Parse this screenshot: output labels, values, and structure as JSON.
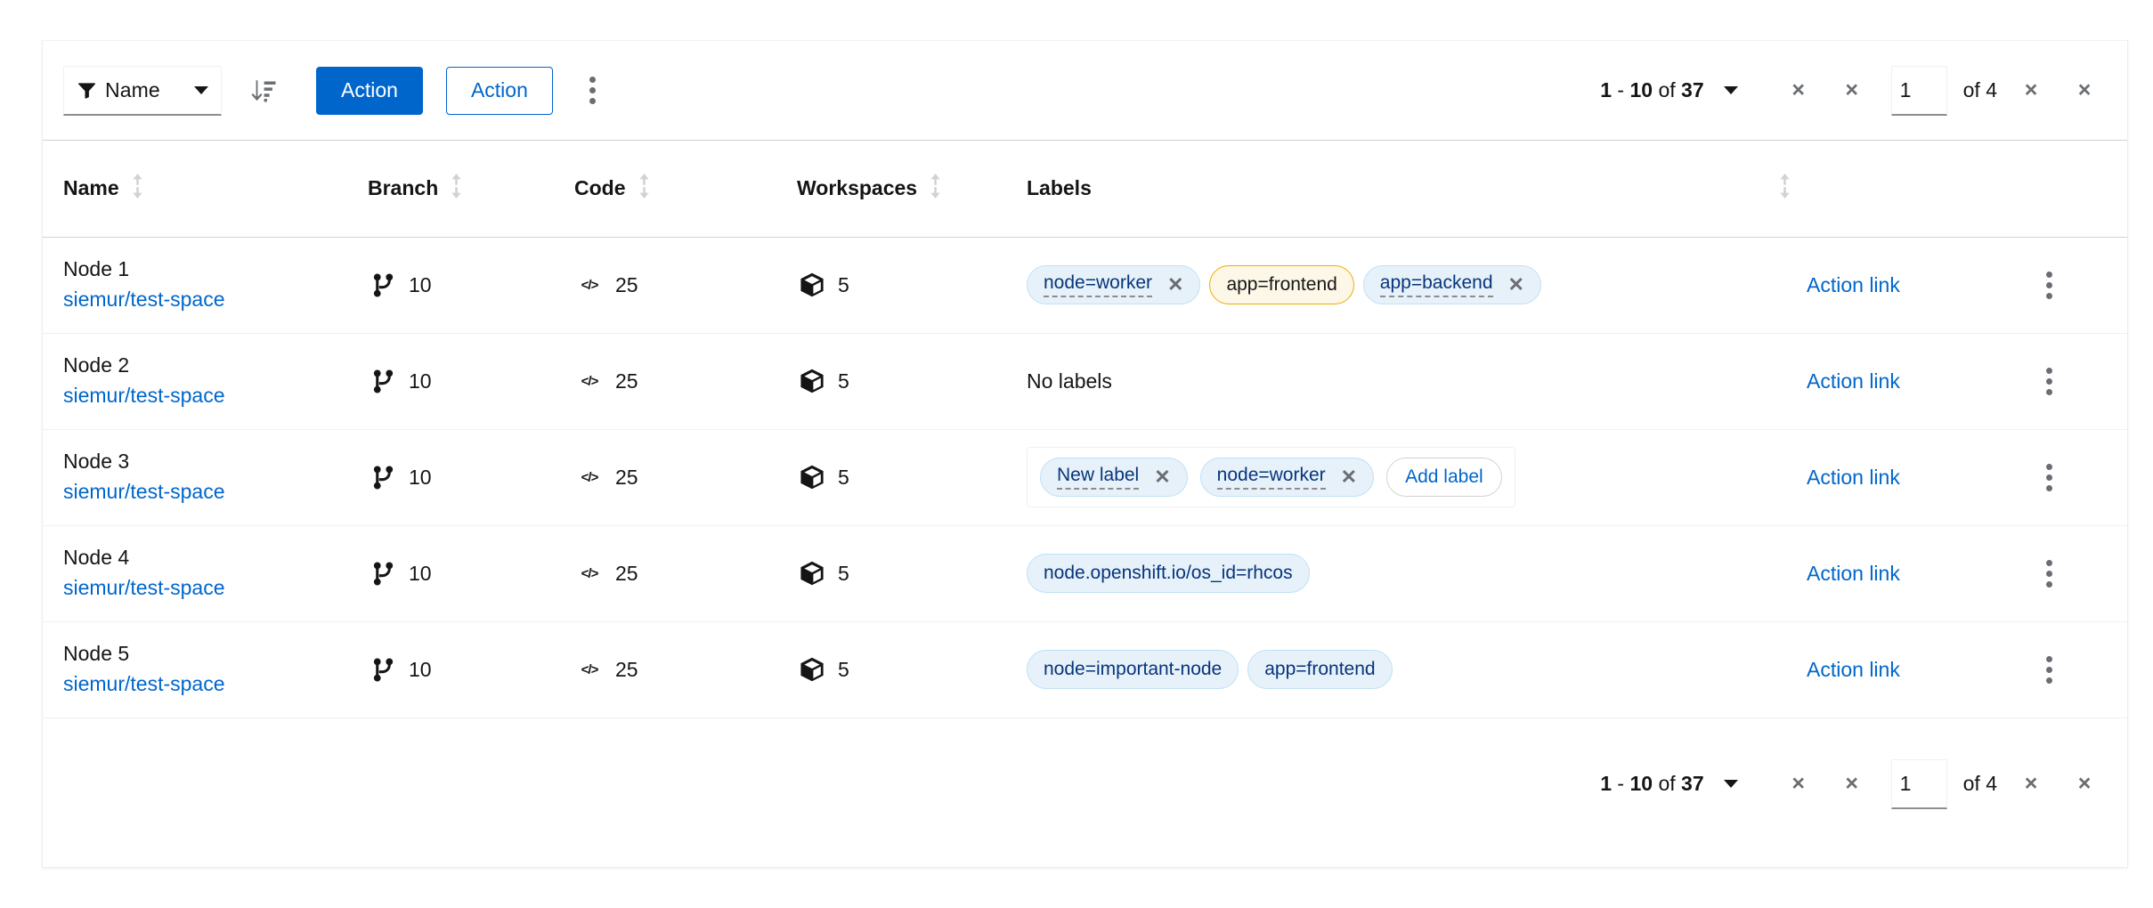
{
  "toolbar": {
    "filter": {
      "icon": "funnel-icon",
      "label": "Name",
      "caret": "chevron-down-icon"
    },
    "sort_icon": "sort-amount-down-icon",
    "primary_action_label": "Action",
    "secondary_action_label": "Action",
    "overflow_icon": "kebab-icon"
  },
  "pagination": {
    "range_start": "1",
    "range_dash": " - ",
    "range_end": "10",
    "of_word": " of ",
    "total": "37",
    "nav_first": "×",
    "nav_prev": "×",
    "nav_next": "×",
    "nav_last": "×",
    "page_value": "1",
    "page_of": "of 4"
  },
  "table": {
    "columns": [
      {
        "label": "Name",
        "sortable": true
      },
      {
        "label": "Branch",
        "sortable": true
      },
      {
        "label": "Code",
        "sortable": true
      },
      {
        "label": "Workspaces",
        "sortable": true
      },
      {
        "label": "Labels",
        "sortable": true
      }
    ],
    "rows": [
      {
        "name": "Node 1",
        "link": "siemur/test-space",
        "branch": "10",
        "code": "25",
        "workspaces": "5",
        "labels_type": "chips",
        "labels": [
          {
            "text": "node=worker",
            "color": "blue",
            "closable": true,
            "editable": true
          },
          {
            "text": "app=frontend",
            "color": "orange",
            "closable": false,
            "editable": false
          },
          {
            "text": "app=backend",
            "color": "blue",
            "closable": true,
            "editable": true
          }
        ],
        "action": "Action link"
      },
      {
        "name": "Node 2",
        "link": "siemur/test-space",
        "branch": "10",
        "code": "25",
        "workspaces": "5",
        "labels_type": "empty",
        "empty_text": "No labels",
        "labels": [],
        "action": "Action link"
      },
      {
        "name": "Node 3",
        "link": "siemur/test-space",
        "branch": "10",
        "code": "25",
        "workspaces": "5",
        "labels_type": "group",
        "add_label": "Add label",
        "labels": [
          {
            "text": "New label",
            "color": "blue",
            "closable": true,
            "editable": true
          },
          {
            "text": "node=worker",
            "color": "blue",
            "closable": true,
            "editable": true
          }
        ],
        "action": "Action link"
      },
      {
        "name": "Node 4",
        "link": "siemur/test-space",
        "branch": "10",
        "code": "25",
        "workspaces": "5",
        "labels_type": "chips",
        "labels": [
          {
            "text": "node.openshift.io/os_id=rhcos",
            "color": "blue",
            "closable": false,
            "editable": false
          }
        ],
        "action": "Action link"
      },
      {
        "name": "Node 5",
        "link": "siemur/test-space",
        "branch": "10",
        "code": "25",
        "workspaces": "5",
        "labels_type": "chips",
        "labels": [
          {
            "text": "node=important-node",
            "color": "blue",
            "closable": false,
            "editable": false
          },
          {
            "text": "app=frontend",
            "color": "blue",
            "closable": false,
            "editable": false
          }
        ],
        "action": "Action link"
      }
    ],
    "icons": {
      "branch": "code-branch-icon",
      "code": "code-icon",
      "workspaces": "cube-icon",
      "row_overflow": "kebab-icon",
      "sort": "sort-updown-icon"
    }
  },
  "colors": {
    "accent": "#0066cc",
    "chip_blue_bg": "#e7f1fa",
    "chip_blue_border": "#bee1f4",
    "chip_blue_text": "#06357a",
    "chip_orange_bg": "#fdf7e7",
    "chip_orange_border": "#f0ab00",
    "text": "#151515",
    "muted": "#6a6e73"
  }
}
